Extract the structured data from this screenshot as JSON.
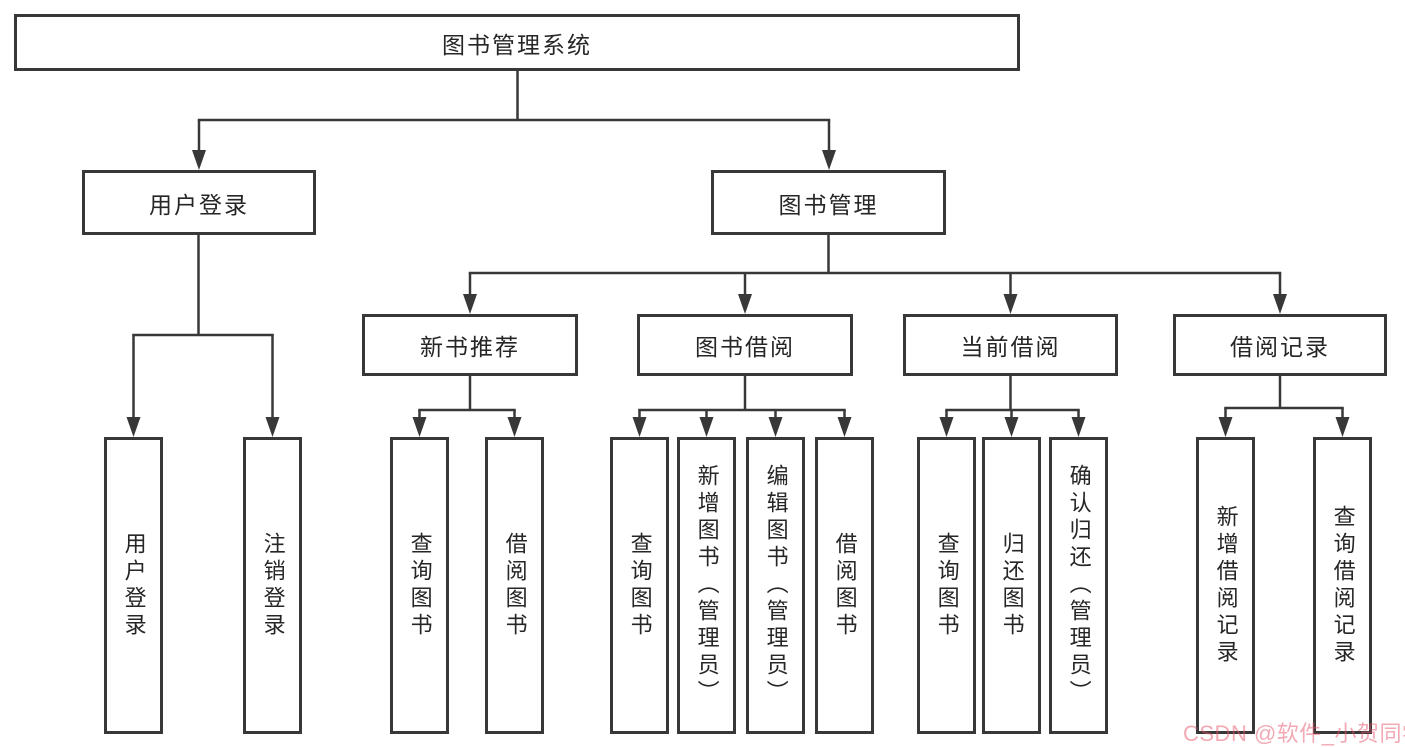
{
  "tree": {
    "root": "图书管理系统",
    "branches": [
      {
        "label": "用户登录",
        "children": [
          {
            "label": "用户登录"
          },
          {
            "label": "注销登录"
          }
        ]
      },
      {
        "label": "图书管理",
        "children": [
          {
            "label": "新书推荐",
            "children": [
              {
                "label": "查询图书"
              },
              {
                "label": "借阅图书"
              }
            ]
          },
          {
            "label": "图书借阅",
            "children": [
              {
                "label": "查询图书"
              },
              {
                "label": "新增图书（管理员）"
              },
              {
                "label": "编辑图书（管理员）"
              },
              {
                "label": "借阅图书"
              }
            ]
          },
          {
            "label": "当前借阅",
            "children": [
              {
                "label": "查询图书"
              },
              {
                "label": "归还图书"
              },
              {
                "label": "确认归还（管理员）"
              }
            ]
          },
          {
            "label": "借阅记录",
            "children": [
              {
                "label": "新增借阅记录"
              },
              {
                "label": "查询借阅记录"
              }
            ]
          }
        ]
      }
    ]
  },
  "colors": {
    "line": "#383838",
    "box_border": "#383838",
    "text": "#262626",
    "watermark": "#e55369"
  },
  "watermark": {
    "text": "CSDN @软件_小贺同学"
  }
}
